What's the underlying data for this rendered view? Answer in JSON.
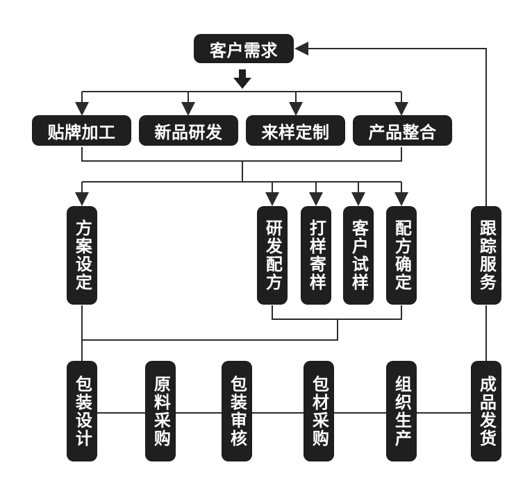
{
  "colors": {
    "node_background": "#1f1f1f",
    "node_text": "#ffffff",
    "line": "#2b2b2b",
    "page_background": "#ffffff"
  },
  "top": {
    "customer_demand": "客户需求"
  },
  "row1": {
    "labeling": "贴牌加工",
    "new_product_rd": "新品研发",
    "custom_sample": "来样定制",
    "product_integration": "产品整合"
  },
  "row2": {
    "plan_setting": "方案设定",
    "rd_formula": "研发配方",
    "proofing_send": "打样寄样",
    "customer_trial": "客户试样",
    "formula_confirm": "配方确定",
    "follow_service": "跟踪服务"
  },
  "row3": {
    "package_design": "包装设计",
    "raw_procurement": "原料采购",
    "package_review": "包装审核",
    "packaging_procurement": "包材采购",
    "organize_production": "组织生产",
    "finished_delivery": "成品发货"
  },
  "icons": {
    "down_arrow": "down-arrow-icon",
    "left_arrow": "left-arrow-icon"
  }
}
